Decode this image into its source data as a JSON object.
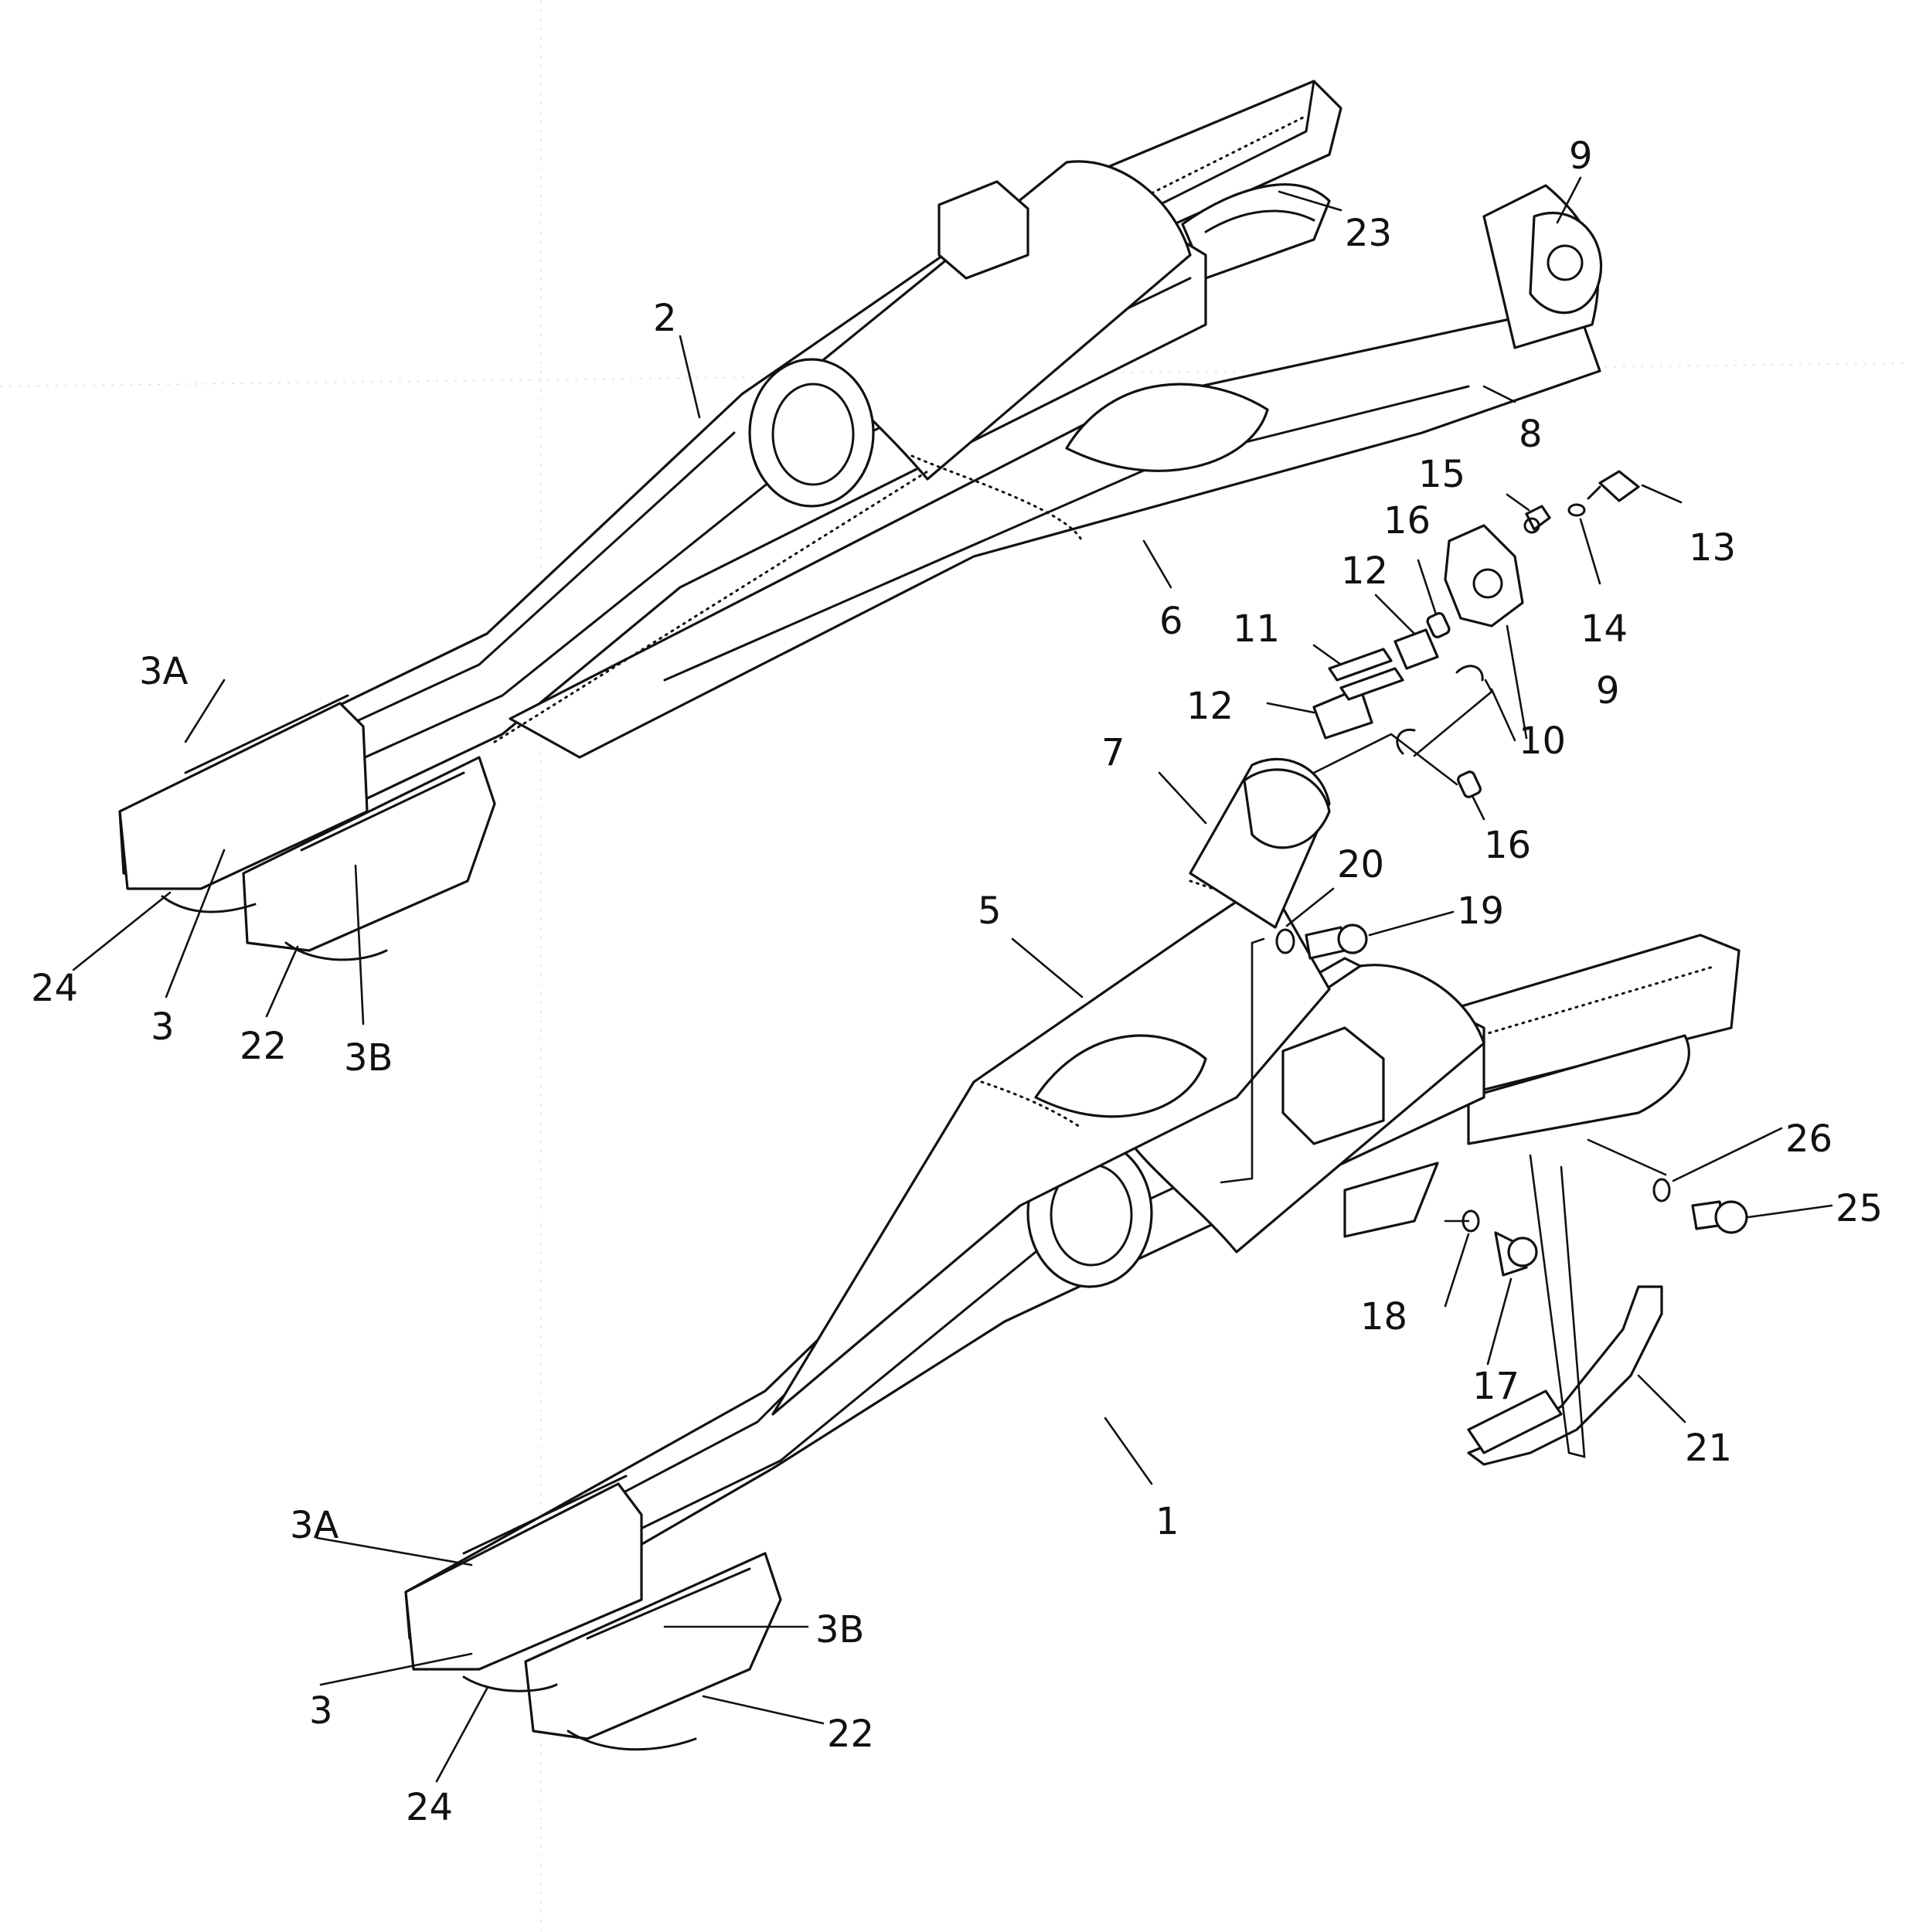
{
  "diagram": {
    "callouts": {
      "c1": "1",
      "c2": "2",
      "c3_upper": "3",
      "c3_lower": "3",
      "c3a_upper": "3A",
      "c3a_lower": "3A",
      "c3b_upper": "3B",
      "c3b_lower": "3B",
      "c5": "5",
      "c6": "6",
      "c7": "7",
      "c8": "8",
      "c9_top": "9",
      "c9_mid": "9",
      "c10": "10",
      "c11": "11",
      "c12_upper": "12",
      "c12_lower": "12",
      "c13": "13",
      "c14": "14",
      "c15": "15",
      "c16_upper": "16",
      "c16_lower": "16",
      "c17": "17",
      "c18": "18",
      "c19": "19",
      "c20": "20",
      "c21": "21",
      "c22_upper": "22",
      "c22_lower": "22",
      "c23": "23",
      "c24_upper": "24",
      "c24_lower": "24",
      "c25": "25",
      "c26": "26"
    }
  }
}
